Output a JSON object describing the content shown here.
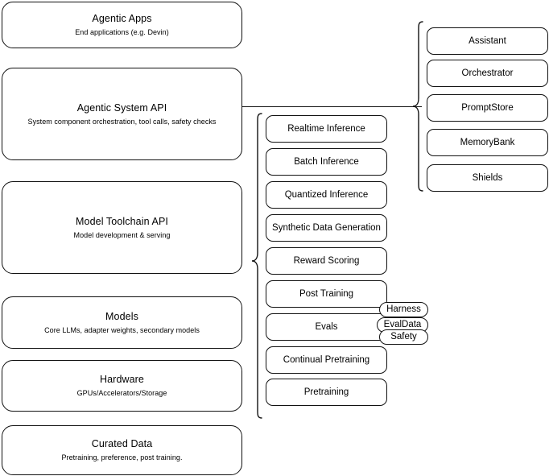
{
  "diagram": {
    "type": "layered-stack-diagram",
    "background": "#ffffff",
    "stroke_color": "#111111"
  },
  "layers": [
    {
      "key": "agentic-apps",
      "title": "Agentic Apps",
      "subtitle": "End applications (e.g. Devin)"
    },
    {
      "key": "agentic-system-api",
      "title": "Agentic System API",
      "subtitle": "System component orchestration, tool calls, safety checks"
    },
    {
      "key": "model-toolchain-api",
      "title": "Model Toolchain API",
      "subtitle": "Model development & serving"
    },
    {
      "key": "models",
      "title": "Models",
      "subtitle": "Core LLMs, adapter weights, secondary models"
    },
    {
      "key": "hardware",
      "title": "Hardware",
      "subtitle": "GPUs/Accelerators/Storage"
    },
    {
      "key": "curated-data",
      "title": "Curated Data",
      "subtitle": "Pretraining, preference, post training."
    }
  ],
  "toolchain_capabilities": [
    {
      "key": "realtime-inference",
      "label": "Realtime Inference"
    },
    {
      "key": "batch-inference",
      "label": "Batch Inference"
    },
    {
      "key": "quantized-inference",
      "label": "Quantized Inference"
    },
    {
      "key": "synthetic-data-generation",
      "label": "Synthetic Data Generation"
    },
    {
      "key": "reward-scoring",
      "label": "Reward Scoring"
    },
    {
      "key": "post-training",
      "label": "Post Training"
    },
    {
      "key": "evals",
      "label": "Evals"
    },
    {
      "key": "continual-pretraining",
      "label": "Continual Pretraining"
    },
    {
      "key": "pretraining",
      "label": "Pretraining"
    }
  ],
  "system_components": [
    {
      "key": "assistant",
      "label": "Assistant"
    },
    {
      "key": "orchestrator",
      "label": "Orchestrator"
    },
    {
      "key": "promptstore",
      "label": "PromptStore"
    },
    {
      "key": "memorybank",
      "label": "MemoryBank"
    },
    {
      "key": "shields",
      "label": "Shields"
    }
  ],
  "evals_badges": [
    {
      "key": "harness",
      "label": "Harness"
    },
    {
      "key": "evaldata",
      "label": "EvalData"
    },
    {
      "key": "safety",
      "label": "Safety"
    }
  ]
}
